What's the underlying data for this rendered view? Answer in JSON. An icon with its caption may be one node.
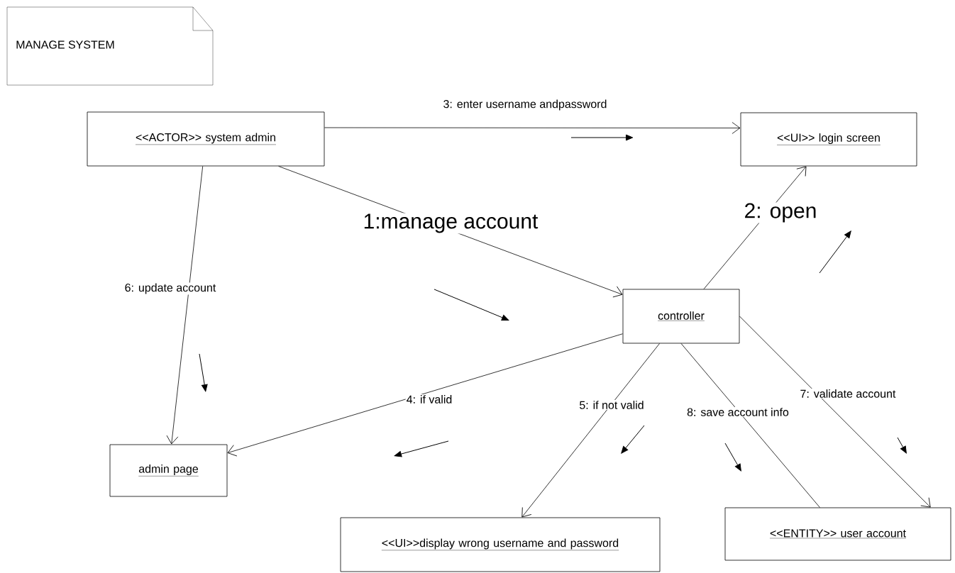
{
  "diagram": {
    "nodes": [
      {
        "text": [
          "MANAGE SYSTEM"
        ]
      },
      {
        "text": [
          "<<ACTOR>> system admin"
        ]
      },
      {
        "text": [
          "<<UI>> login screen"
        ]
      },
      {
        "text": [
          "controller"
        ]
      },
      {
        "text": [
          "admin page"
        ]
      },
      {
        "text": [
          "<<UI>>display wrong username and password"
        ]
      },
      {
        "text": [
          "<<ENTITY>> user account"
        ]
      }
    ],
    "edges": [
      {
        "from": 1,
        "to": 3,
        "arrow": "to",
        "label": "1:manage account"
      },
      {
        "from": 3,
        "to": 2,
        "arrow": "to",
        "label": "2:  open"
      },
      {
        "from": 1,
        "to": 2,
        "arrow": "to",
        "label": "3: enter username andpassword"
      },
      {
        "from": 3,
        "to": 4,
        "arrow": "to",
        "label": "4: if valid"
      },
      {
        "from": 3,
        "to": 5,
        "arrow": "to",
        "label": "5: if not valid"
      },
      {
        "from": 1,
        "to": 4,
        "arrow": "to",
        "label": "6: update account"
      },
      {
        "from": 3,
        "to": 6,
        "arrow": "to",
        "label": "7: validate account"
      },
      {
        "from": 3,
        "to": 6,
        "arrow": "none",
        "label": "8: save account info"
      }
    ]
  }
}
